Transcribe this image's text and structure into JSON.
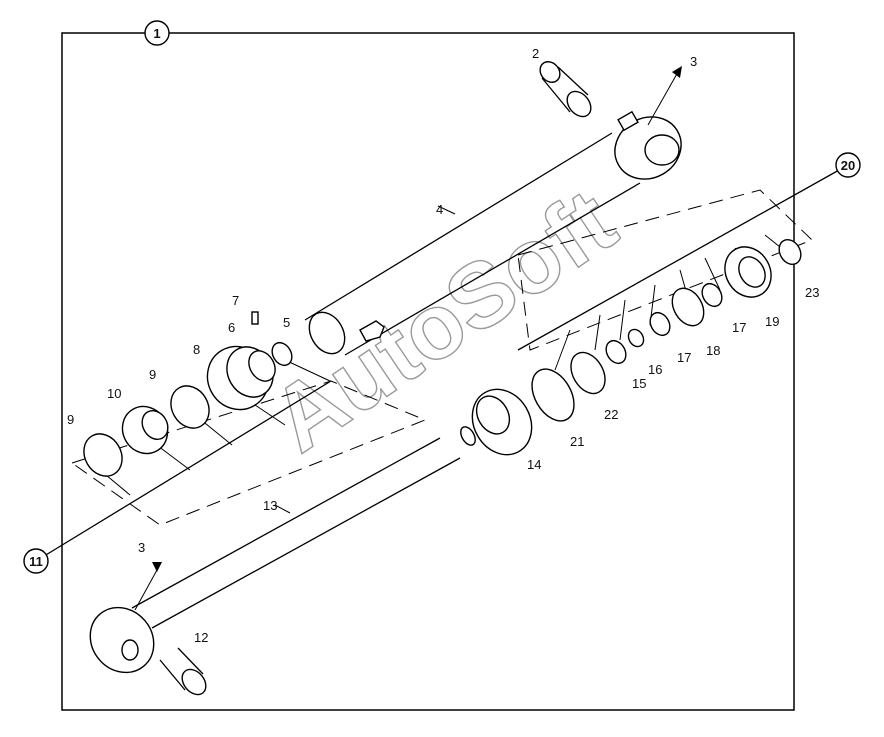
{
  "watermark": "AutoSoft",
  "callouts": {
    "c1": "1",
    "c11": "11",
    "c20": "20"
  },
  "labels": {
    "p2": "2",
    "p3a": "3",
    "p3b": "3",
    "p4": "4",
    "p5": "5",
    "p6": "6",
    "p7": "7",
    "p8": "8",
    "p9a": "9",
    "p9b": "9",
    "p10": "10",
    "p12": "12",
    "p13": "13",
    "p14": "14",
    "p15": "15",
    "p16": "16",
    "p17a": "17",
    "p17b": "17",
    "p18": "18",
    "p19": "19",
    "p21": "21",
    "p22": "22",
    "p23": "23"
  }
}
